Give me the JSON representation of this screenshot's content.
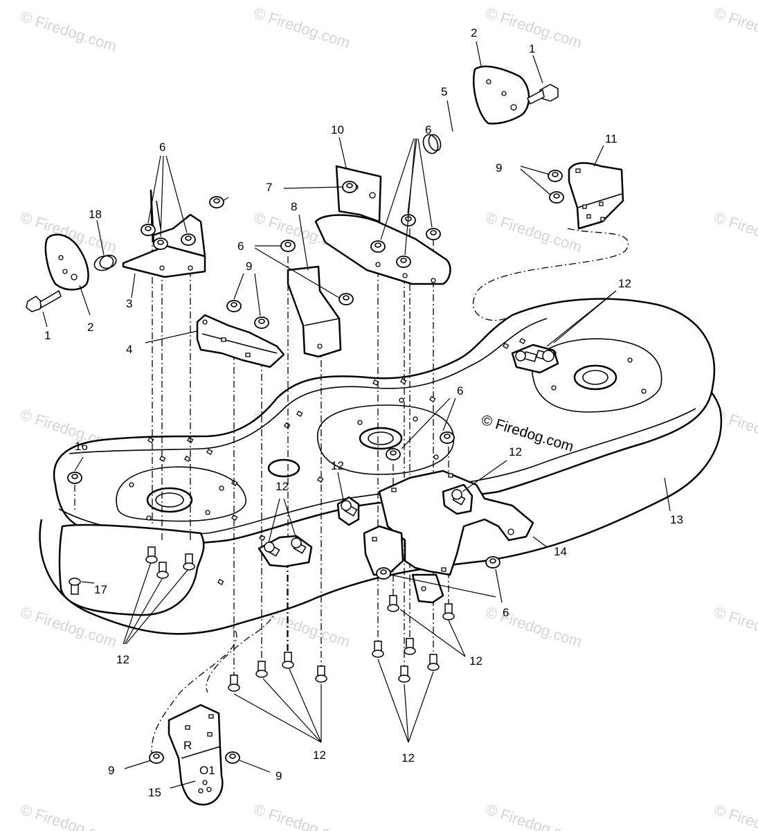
{
  "watermark": {
    "text": "© Firedog.com",
    "main_text": "© Firedog.com"
  },
  "callouts": {
    "c1_left": "1",
    "c1_top": "1",
    "c2_left": "2",
    "c2_top": "2",
    "c3": "3",
    "c4": "4",
    "c5": "5",
    "c6_a": "6",
    "c6_b": "6",
    "c6_c": "6",
    "c6_d": "6",
    "c6_e": "6",
    "c7": "7",
    "c8": "8",
    "c9_a": "9",
    "c9_b": "9",
    "c9_c": "9",
    "c9_d": "9",
    "c10": "10",
    "c11": "11",
    "c12_a": "12",
    "c12_b": "12",
    "c12_c": "12",
    "c12_d": "12",
    "c12_e": "12",
    "c12_f": "12",
    "c12_g": "12",
    "c12_h": "12",
    "c13": "13",
    "c14": "14",
    "c15": "15",
    "c16": "16",
    "c17": "17",
    "c18": "18"
  },
  "bracket_mark": "R",
  "plate_mark": "O1"
}
